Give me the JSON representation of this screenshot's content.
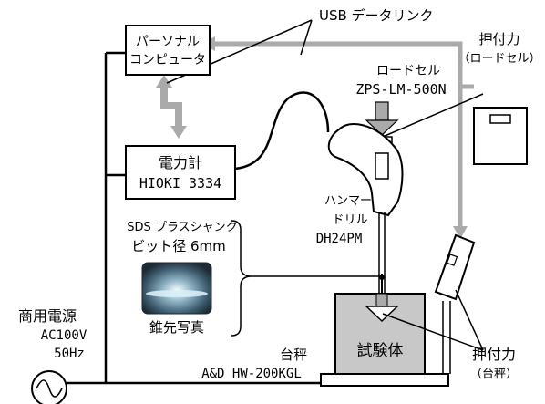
{
  "labels": {
    "usb_link": "USB データリンク",
    "pc_line1": "パーソナル",
    "pc_line2": "コンピュータ",
    "force_top": "押付力",
    "force_top_sub": "（ロードセル）",
    "loadcell_name": "ロードセル",
    "loadcell_model": "ZPS-LM-500N",
    "meter_line1": "電力計",
    "meter_line2": "HIOKI 3334",
    "drill_line1": "ハンマー",
    "drill_line2": "ドリル",
    "drill_line3": "DH24PM",
    "bit_line1": "SDS プラスシャンク",
    "bit_line2": "ビット径 6mm",
    "photo_caption": "錐先写真",
    "power_line1": "商用電源",
    "power_line2": "AC100V",
    "power_line3": "50Hz",
    "scale_line1": "台秤",
    "scale_line2": "A&D HW-200KGL",
    "specimen": "試験体",
    "force_bottom": "押付力",
    "force_bottom_sub": "（台秤）"
  },
  "colors": {
    "line": "#000000",
    "data_line": "#aaaaaa",
    "specimen_fill": "#c8c8c8"
  }
}
